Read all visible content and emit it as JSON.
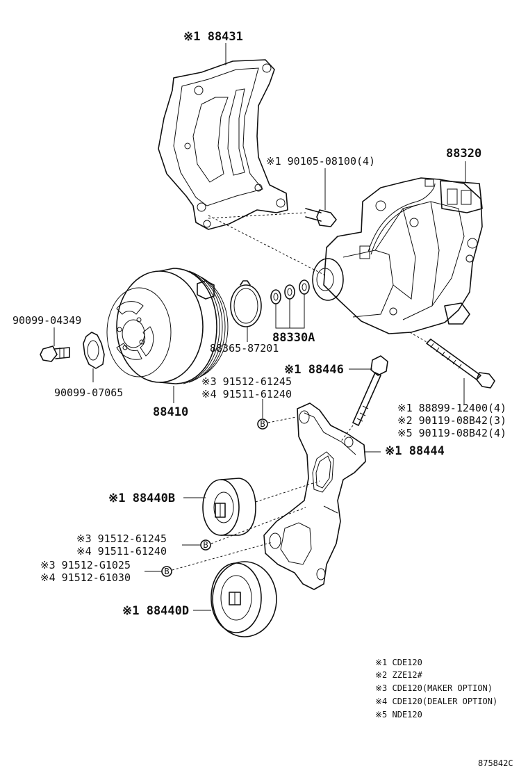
{
  "labels": {
    "bracket_top": "※1 88431",
    "bolt_mount": "※1 90105-08100(4)",
    "compressor": "88320",
    "bolt_small": "90099-04349",
    "lock_washer": "90099-07065",
    "snap_ring": "88365-87201",
    "shims": "88330A",
    "pulley": "88410",
    "bolt_idler": "※1 88446",
    "nut_b1_a": "※3 91512-61245",
    "nut_b1_b": "※4 91511-61240",
    "bolt_long_a": "※1 88899-12400(4)",
    "bolt_long_b": "※2 90119-08B42(3)",
    "bolt_long_c": "※5 90119-08B42(4)",
    "idler_bracket": "※1 88444",
    "idler_b": "※1 88440B",
    "nut_b2_a": "※3 91512-61245",
    "nut_b2_b": "※4 91511-61240",
    "nut_b3_a": "※3 91512-G1025",
    "nut_b3_b": "※4 91512-61030",
    "idler_d": "※1 88440D",
    "b_marker": "B"
  },
  "legend": [
    "※1 CDE120",
    "※2 ZZE12#",
    "※3 CDE120(MAKER OPTION)",
    "※4 CDE120(DEALER OPTION)",
    "※5 NDE120"
  ],
  "drawing_code": "875842C"
}
